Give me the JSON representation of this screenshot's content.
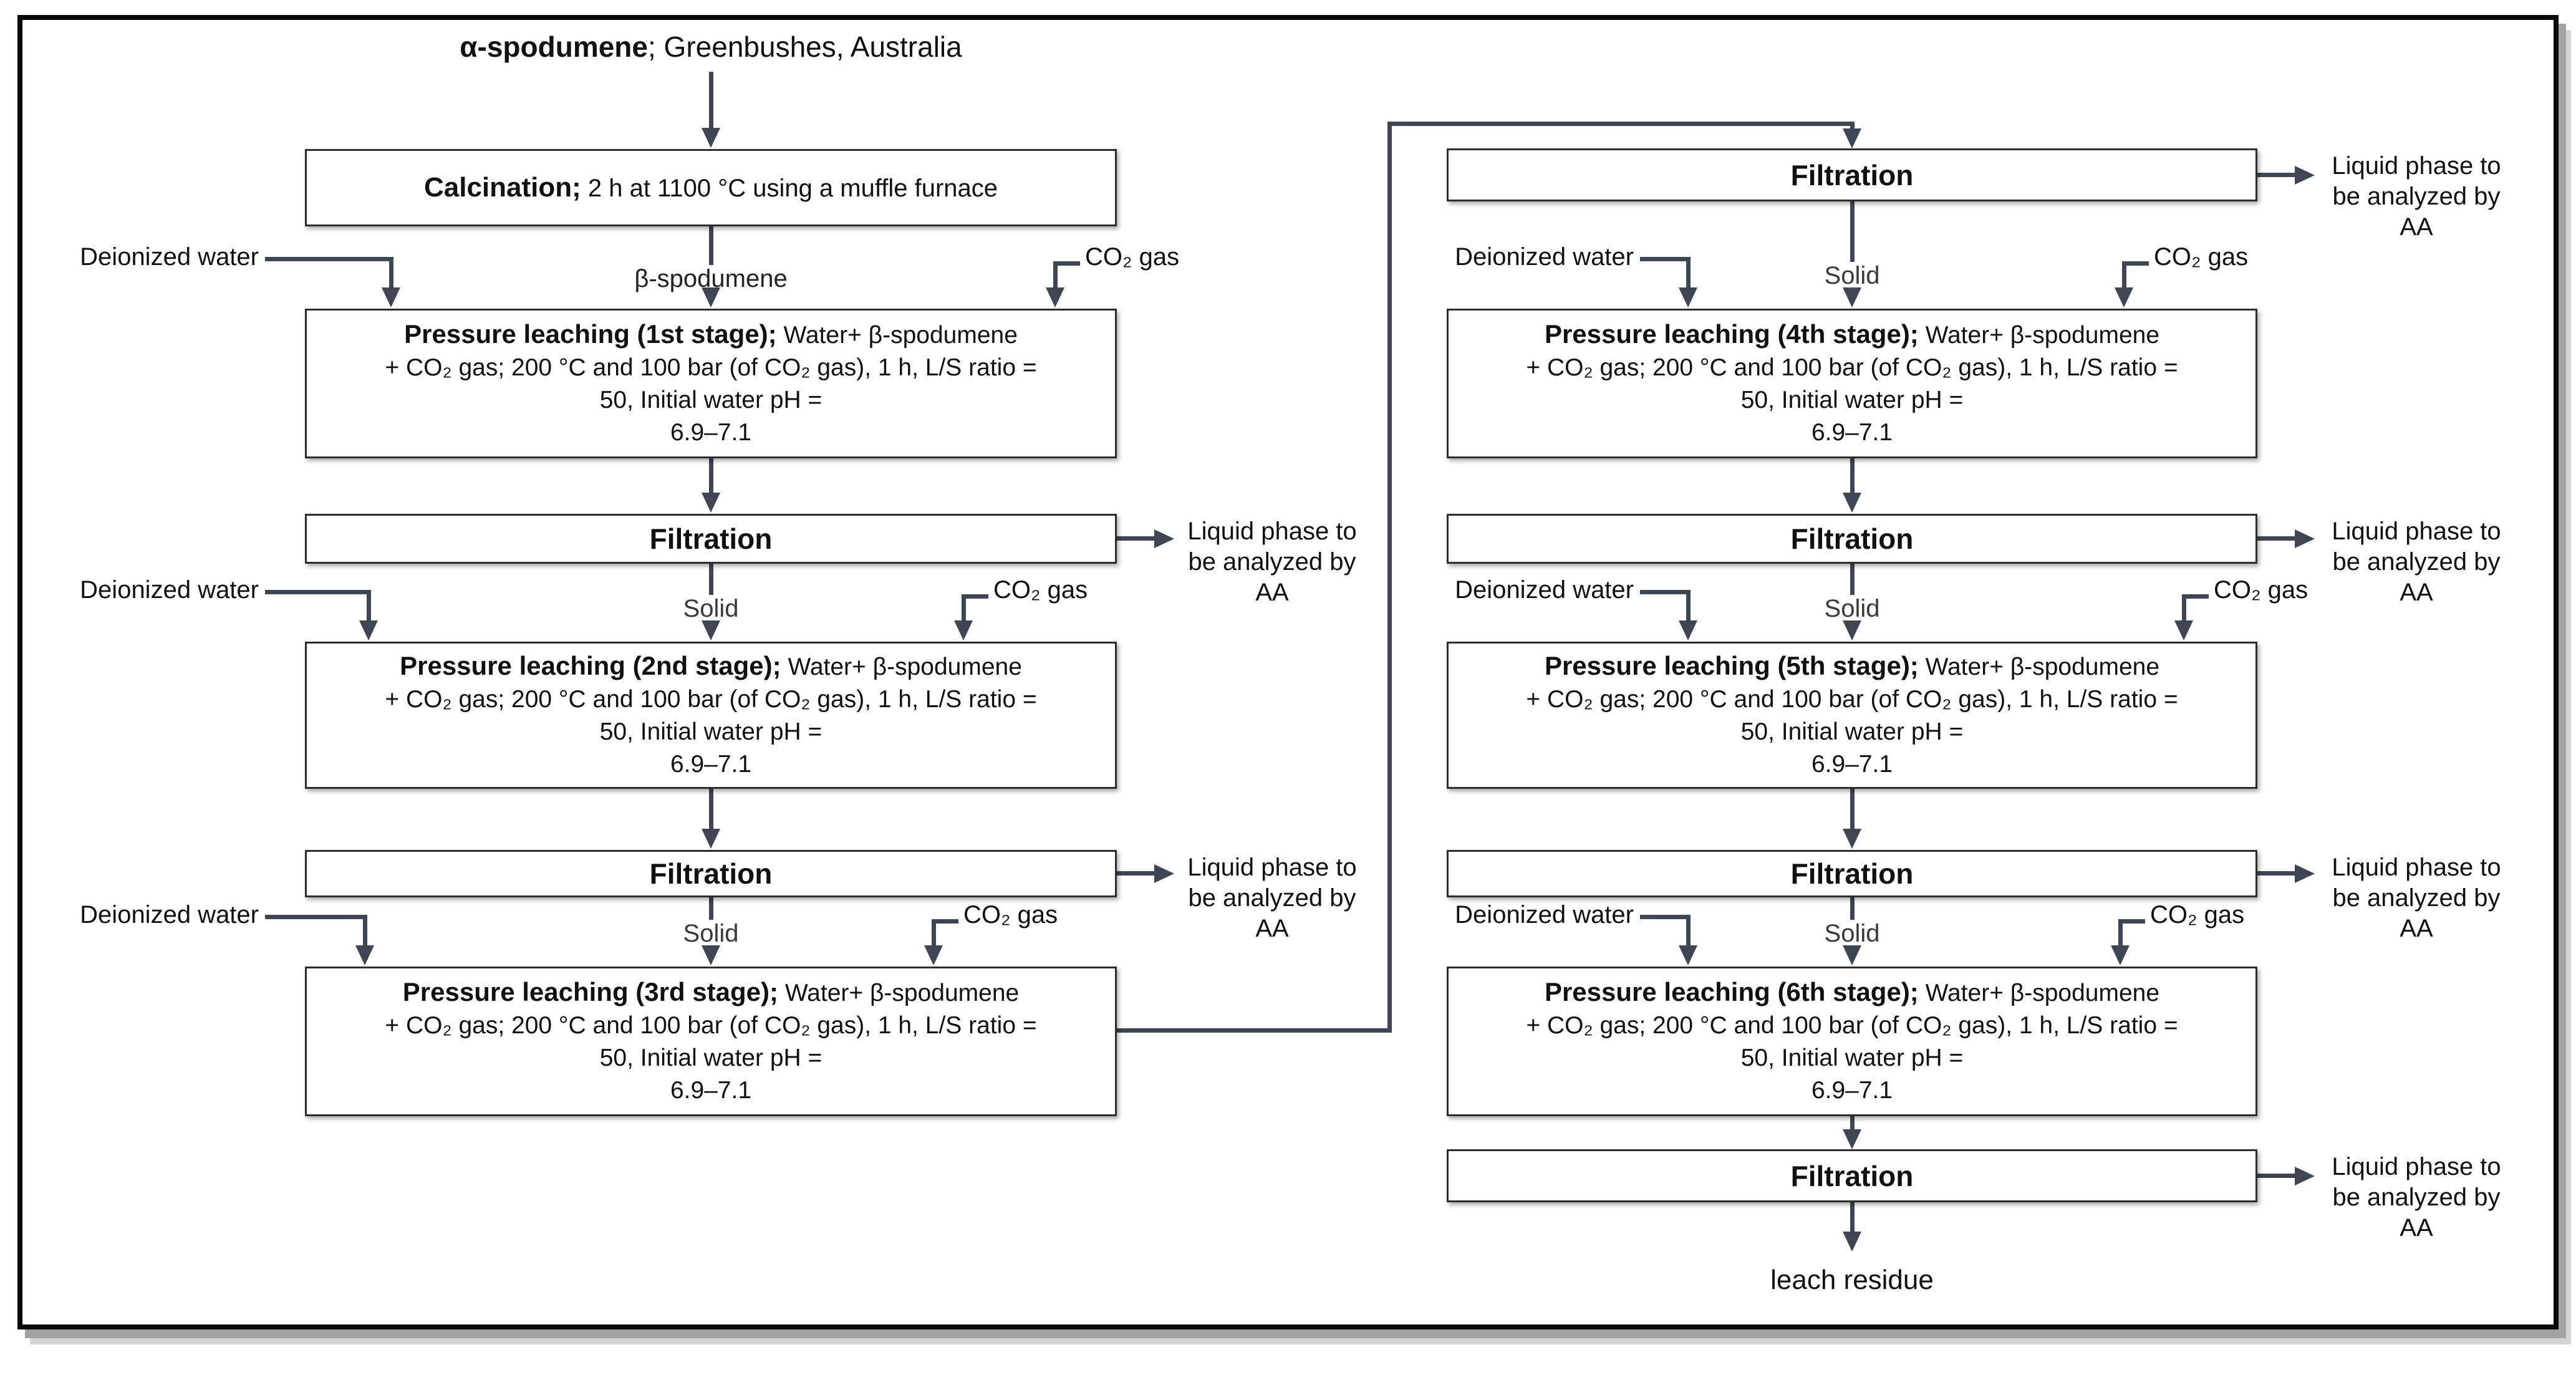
{
  "title": {
    "bold": "α-spodumene",
    "rest": "; Greenbushes, Australia"
  },
  "calcination": {
    "bold": "Calcination;",
    "rest": " 2 h at 1100 °C using a muffle furnace"
  },
  "labels": {
    "deionized": "Deionized water",
    "beta": "β-spodumene",
    "solid": "Solid",
    "co2": "CO₂ gas",
    "filtration": "Filtration",
    "liquid1": "Liquid phase to",
    "liquid2": "be analyzed by",
    "liquid3": "AA",
    "leach": "leach residue"
  },
  "stages": [
    {
      "title": "Pressure leaching (1st stage);",
      "line1": " Water+ β-spodumene",
      "line2": "+ CO₂ gas; 200 °C and 100 bar (of CO₂ gas), 1 h, L/S ratio =",
      "line3": "50, Initial water pH =",
      "line4": "6.9–7.1"
    },
    {
      "title": "Pressure leaching (2nd stage);",
      "line1": " Water+ β-spodumene",
      "line2": "+ CO₂ gas; 200 °C and 100 bar (of CO₂ gas), 1 h, L/S ratio =",
      "line3": "50, Initial water pH =",
      "line4": "6.9–7.1"
    },
    {
      "title": "Pressure leaching (3rd stage);",
      "line1": " Water+ β-spodumene",
      "line2": "+ CO₂ gas; 200 °C and 100 bar (of CO₂ gas), 1 h, L/S ratio =",
      "line3": "50, Initial water pH =",
      "line4": "6.9–7.1"
    },
    {
      "title": "Pressure leaching (4th stage);",
      "line1": " Water+ β-spodumene",
      "line2": "+ CO₂ gas; 200 °C and 100 bar (of CO₂ gas), 1 h, L/S ratio =",
      "line3": "50, Initial water pH =",
      "line4": "6.9–7.1"
    },
    {
      "title": "Pressure leaching (5th stage);",
      "line1": " Water+ β-spodumene",
      "line2": "+ CO₂ gas; 200 °C and 100 bar (of CO₂ gas), 1 h, L/S ratio =",
      "line3": "50, Initial water pH =",
      "line4": "6.9–7.1"
    },
    {
      "title": "Pressure leaching (6th stage);",
      "line1": " Water+ β-spodumene",
      "line2": "+ CO₂ gas; 200 °C and 100 bar (of CO₂ gas), 1 h, L/S ratio =",
      "line3": "50, Initial water pH =",
      "line4": "6.9–7.1"
    }
  ],
  "colors": {
    "connector": "#3e4653",
    "box_border": "#2d2d2d",
    "frame": "#0a0a0a",
    "text": "#111111"
  }
}
